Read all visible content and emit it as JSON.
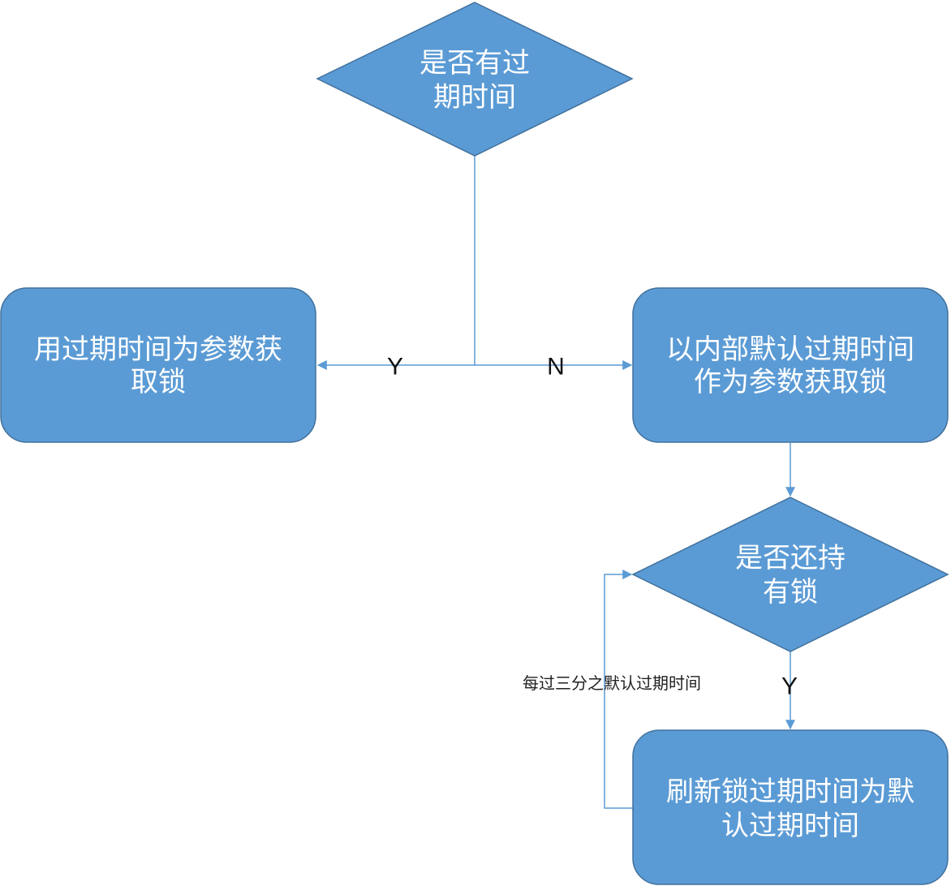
{
  "nodes": {
    "decision_has_expiry": {
      "lines": [
        "是否有过",
        "期时间"
      ]
    },
    "action_use_expiry": {
      "lines": [
        "用过期时间为参数获",
        "取锁"
      ]
    },
    "action_use_default": {
      "lines": [
        "以内部默认过期时间",
        "作为参数获取锁"
      ]
    },
    "decision_still_holding": {
      "lines": [
        "是否还持",
        "有锁"
      ]
    },
    "action_refresh": {
      "lines": [
        "刷新锁过期时间为默",
        "认过期时间"
      ]
    }
  },
  "edges": {
    "yes_left": "Y",
    "no_right": "N",
    "yes_down": "Y",
    "loop_note": "每过三分之默认过期时间"
  },
  "colors": {
    "shape_fill": "#5b9bd5",
    "shape_stroke": "#41719c",
    "connector": "#5b9bd5"
  }
}
